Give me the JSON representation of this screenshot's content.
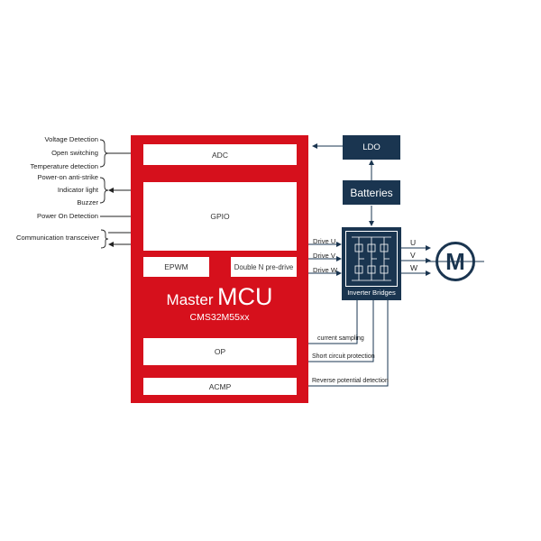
{
  "left_signals": {
    "voltage_detection": "Voltage Detection",
    "open_switching": "Open switching",
    "temperature_detection": "Temperature detection",
    "power_on_anti_strike": "Power-on anti-strike",
    "indicator_light": "Indicator light",
    "buzzer": "Buzzer",
    "power_on_detection": "Power On Detection",
    "communication_transceiver": "Communication transceiver"
  },
  "mcu": {
    "adc": "ADC",
    "gpio": "GPIO",
    "epwm": "EPWM",
    "pre_drive": "Double N pre-drive",
    "title_master": "Master",
    "title_mcu": "MCU",
    "model": "CMS32M55xx",
    "op": "OP",
    "acmp": "ACMP"
  },
  "right": {
    "ldo": "LDO",
    "batteries": "Batteries",
    "inverter_bridges": "Inverter Bridges",
    "drive_u": "Drive U",
    "drive_v": "Drive V",
    "drive_w": "Drive W",
    "phase_u": "U",
    "phase_v": "V",
    "phase_w": "W",
    "motor": "M"
  },
  "feedback": {
    "current_sampling": "current sampling",
    "short_circuit": "Short circuit protection",
    "reverse_potential": "Reverse potential detection"
  },
  "colors": {
    "mcu_red": "#d6101c",
    "navy": "#1a3550",
    "text": "#222222"
  }
}
